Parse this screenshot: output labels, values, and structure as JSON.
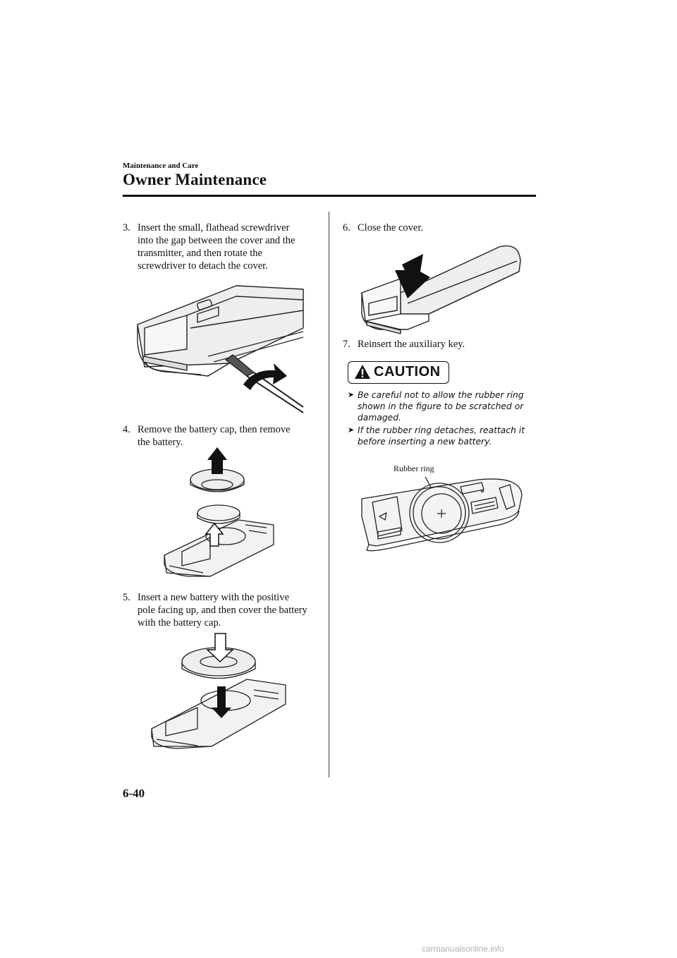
{
  "header": {
    "section": "Maintenance and Care",
    "title": "Owner Maintenance"
  },
  "steps": [
    {
      "number": "3.",
      "first_line": "Insert the small, flathead screwdriver",
      "rest": "into the gap between the cover and the transmitter, and then rotate the screwdriver to detach the cover."
    },
    {
      "number": "4.",
      "first_line": "Remove the battery cap, then remove",
      "rest": "the battery."
    },
    {
      "number": "5.",
      "first_line": "Insert a new battery with the positive",
      "rest": "pole facing up, and then cover the battery with the battery cap."
    },
    {
      "number": "6.",
      "first_line": "Close the cover.",
      "rest": ""
    },
    {
      "number": "7.",
      "first_line": "Reinsert the auxiliary key.",
      "rest": ""
    }
  ],
  "caution": {
    "heading": "CAUTION",
    "items": [
      "Be careful not to allow the rubber ring shown in the figure to be scratched or damaged.",
      "If the rubber ring detaches, reattach it before inserting a new battery."
    ]
  },
  "figure_labels": {
    "rubber_ring": "Rubber ring"
  },
  "footer": {
    "page_number": "6-40",
    "watermark": "carmanualsonline.info"
  }
}
